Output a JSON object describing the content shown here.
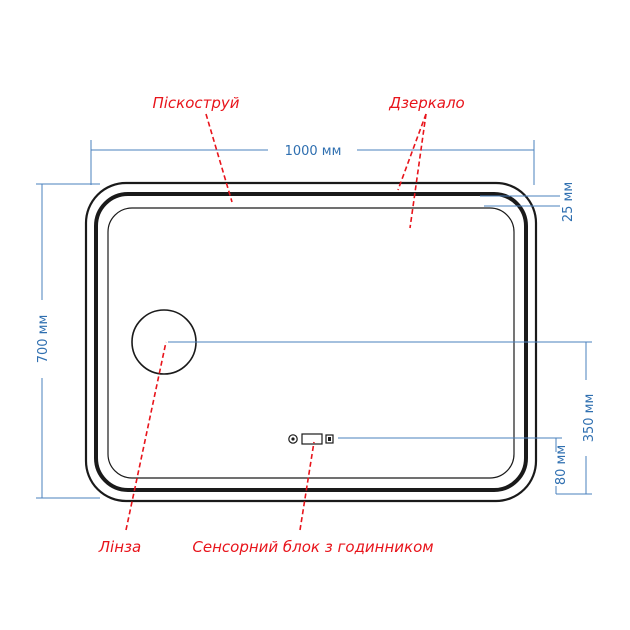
{
  "labels": {
    "sandblast": "Піскоструй",
    "mirror": "Дзеркало",
    "lens": "Лінза",
    "touch_unit": "Сенсорний блок з годинником"
  },
  "dimensions": {
    "width": "1000 мм",
    "height": "700 мм",
    "band_offset": "25 мм",
    "lens_height": "350 мм",
    "touch_height": "80 мм"
  },
  "colors": {
    "callout": "#e8141b",
    "dimension": "#2f6fb0",
    "outline": "#1a1a1a"
  },
  "icons": [
    "power-icon",
    "clock-display-icon",
    "light-icon"
  ]
}
